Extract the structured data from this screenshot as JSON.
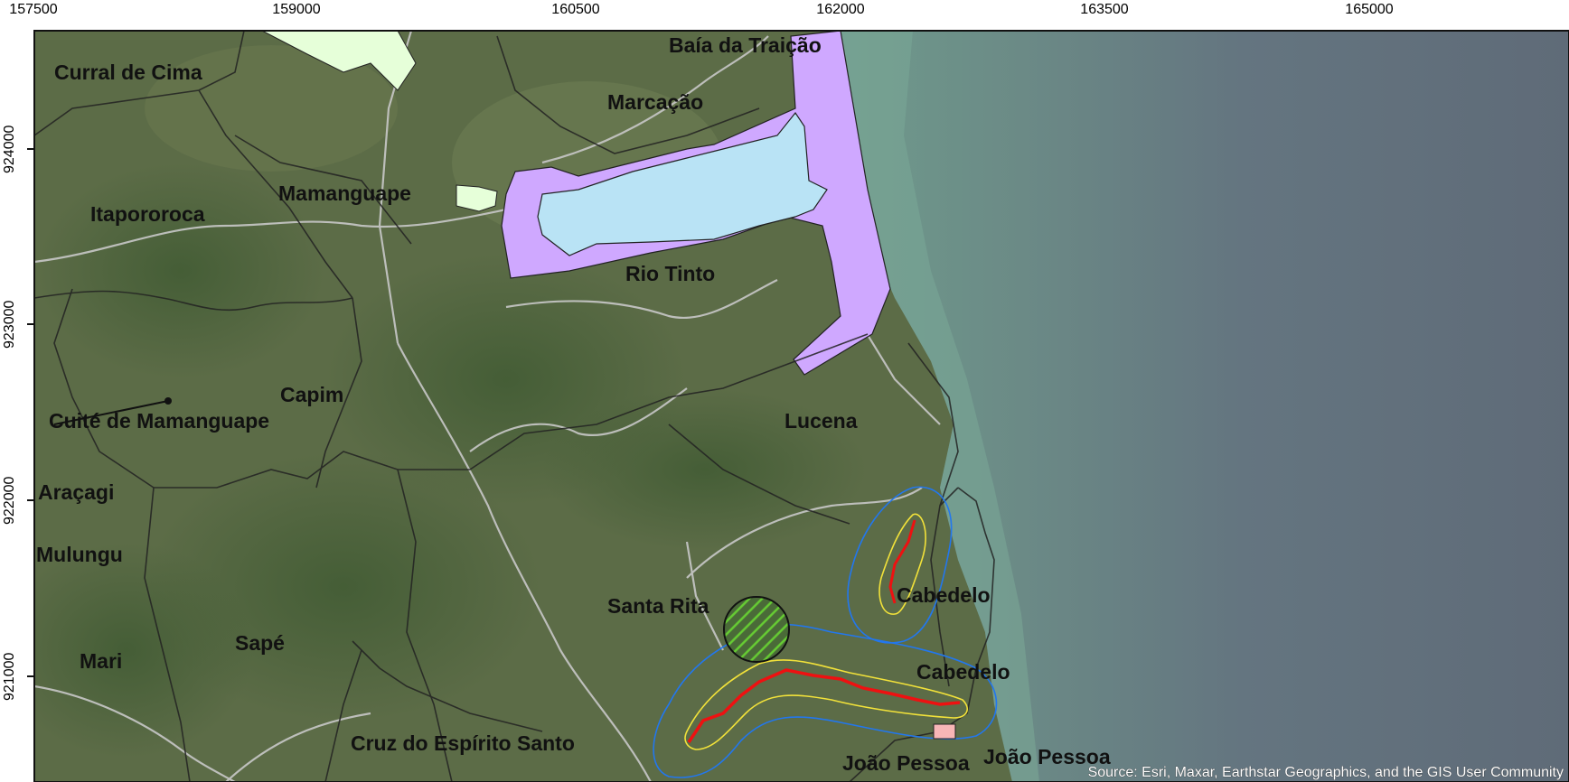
{
  "map": {
    "x_ticks": [
      "157500",
      "159000",
      "160500",
      "162000",
      "163500",
      "165000"
    ],
    "y_ticks": [
      "924000",
      "923000",
      "922000",
      "921000"
    ],
    "place_labels": {
      "curral_de_cima": "Curral de Cima",
      "baia_da_traicao": "Baía da Traição",
      "marcacao": "Marcação",
      "mamanguape": "Mamanguape",
      "itapororoca": "Itapororoca",
      "rio_tinto": "Rio Tinto",
      "capim": "Capim",
      "cuite_de_mamanguape": "Cuité de Mamanguape",
      "lucena": "Lucena",
      "aracagi": "Araçagi",
      "mulungu": "Mulungu",
      "santa_rita": "Santa Rita",
      "cabedelo_1": "Cabedelo",
      "cabedelo_2": "Cabedelo",
      "sape": "Sapé",
      "mari": "Mari",
      "cruz_do_espirito_santo": "Cruz do Espírito Santo",
      "joao_pessoa_1": "João Pessoa",
      "joao_pessoa_2": "João Pessoa"
    },
    "attribution": "Source: Esri, Maxar, Earthstar Geographics, and the GIS User Community",
    "colors": {
      "land": "#5b6b45",
      "ocean": "#5f6b78",
      "coastal_water": "#6f9a8c",
      "protected_area": "#cfa8ff",
      "lagoon": "#b9e3f5",
      "light_green_area": "#e6ffd9",
      "route_line": "#ee1111",
      "inner_buffer": "#f2e23a",
      "outer_buffer": "#2277ee",
      "site_marker": "#f8b6b6",
      "hatch": "#66cc33"
    }
  }
}
